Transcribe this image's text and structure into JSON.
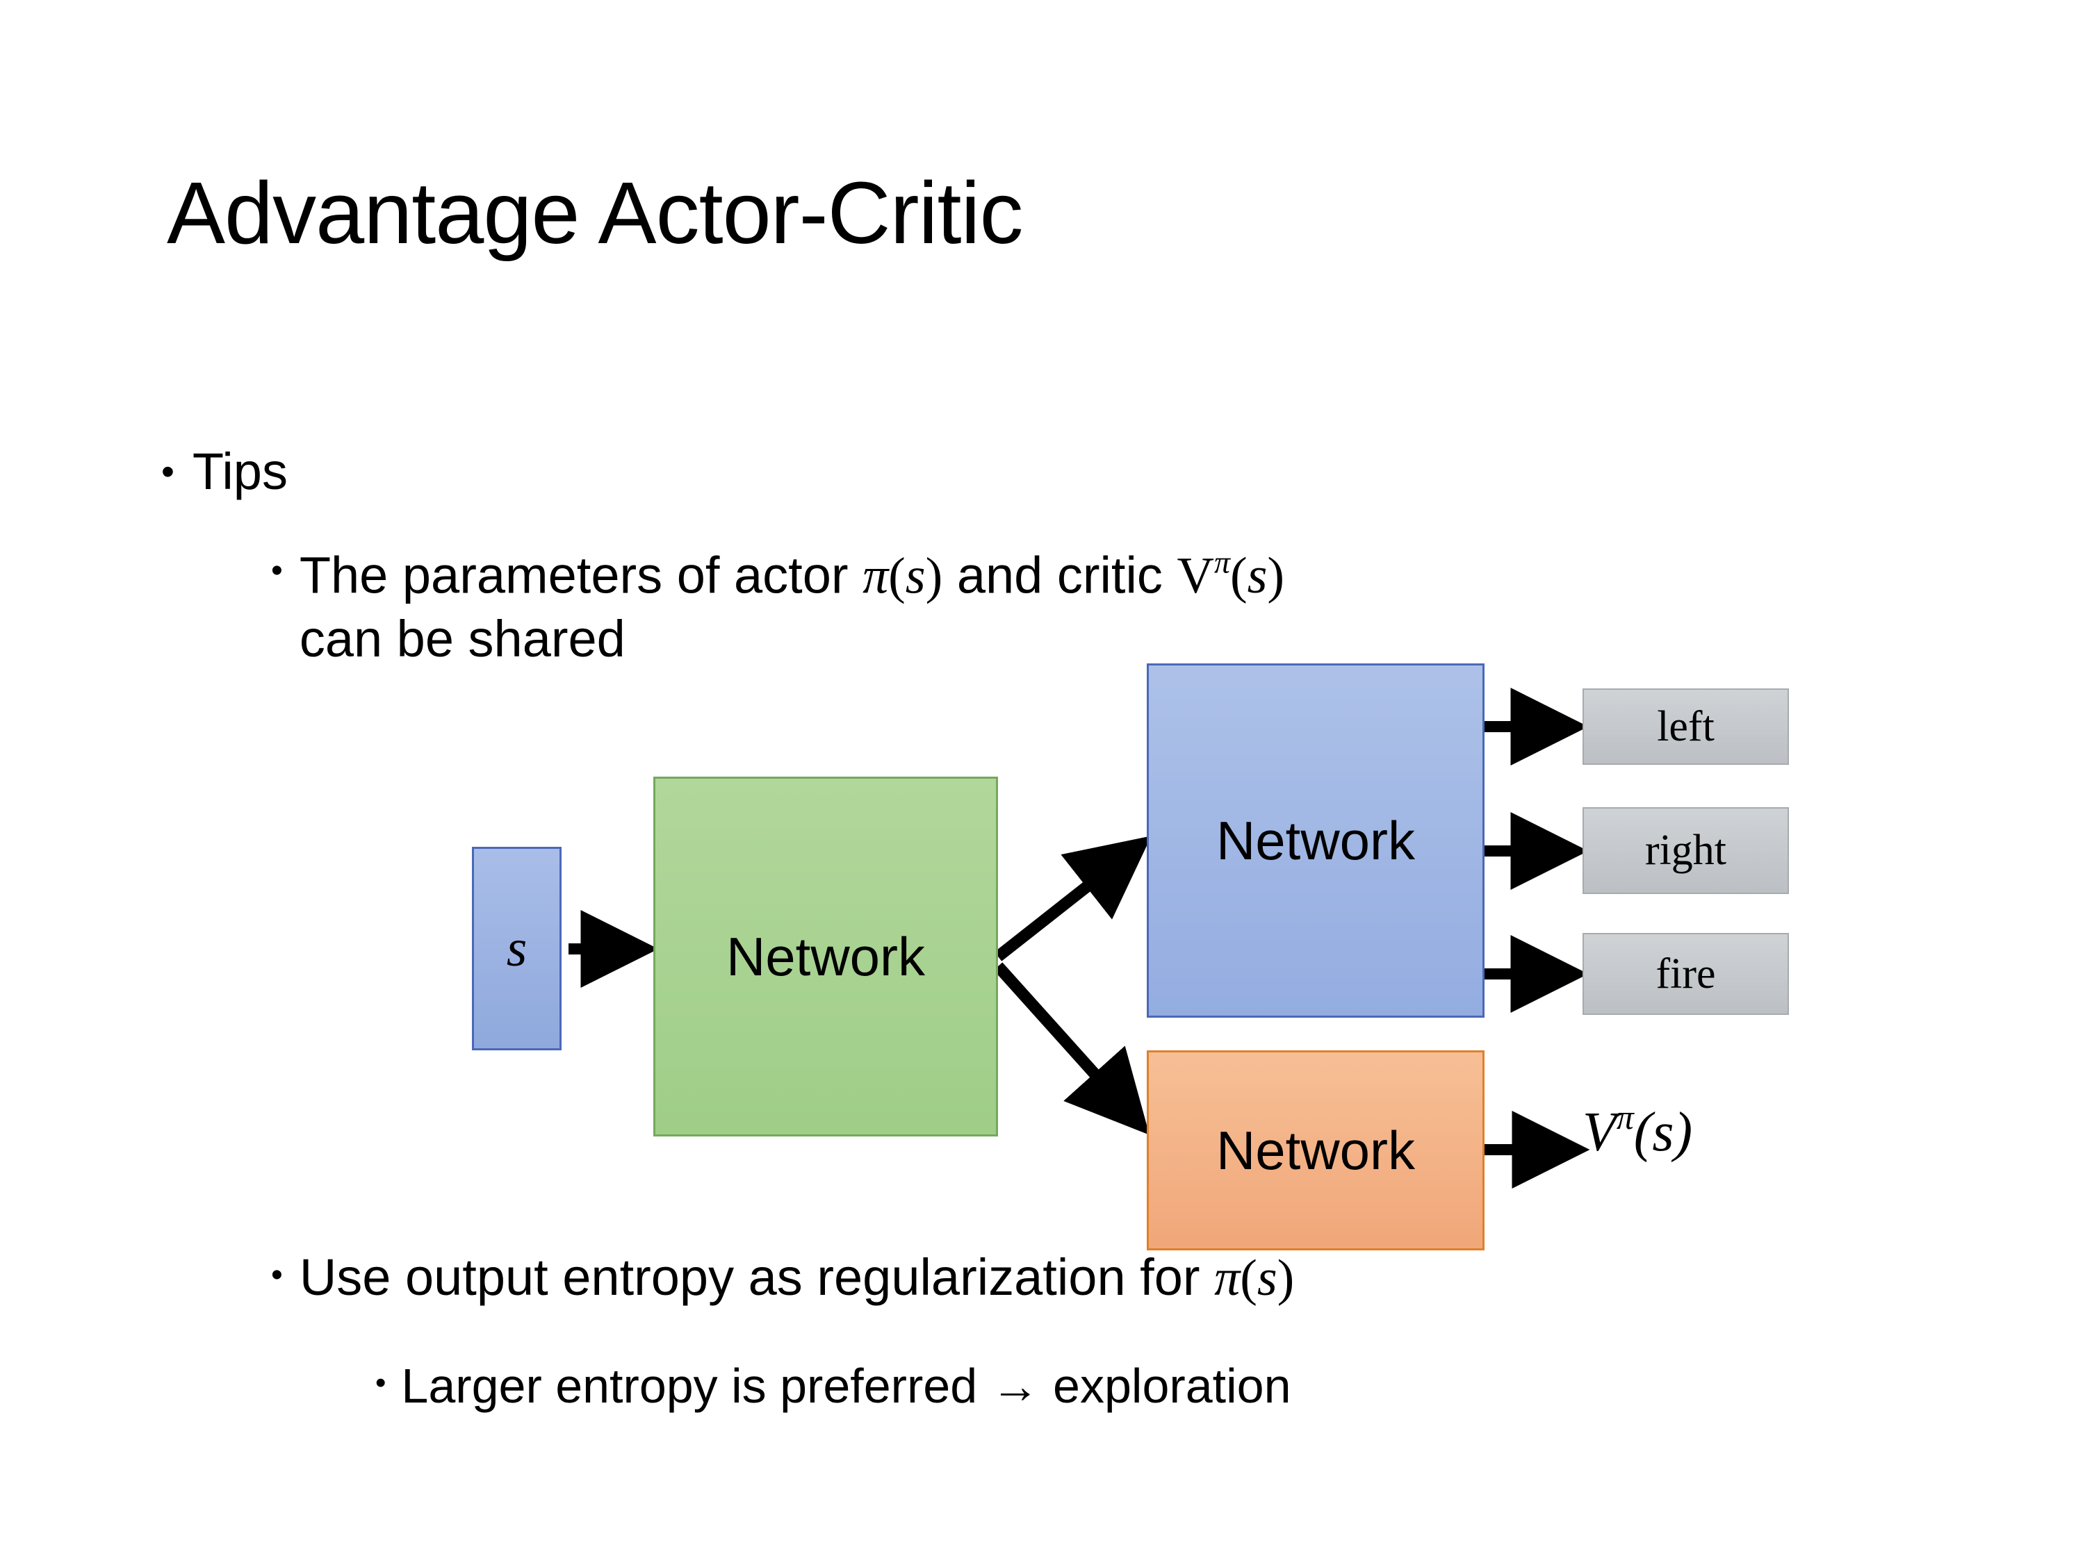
{
  "slide": {
    "title": "Advantage Actor-Critic"
  },
  "bullets": {
    "tips": {
      "marker": "•",
      "label": "Tips"
    },
    "shared_params": {
      "marker": "•",
      "text_part1": "The parameters of actor ",
      "math_actor": "π(s)",
      "text_part2": "  and critic ",
      "math_critic": "V^π(s)",
      "text_part3": "can be shared",
      "full_text": "The parameters of actor π(s)  and critic Vπ(s) can be shared"
    },
    "entropy": {
      "marker": "•",
      "text_part1": "Use output entropy as regularization for ",
      "math": "π(s)",
      "full_text": "Use output entropy as regularization for π(s)"
    },
    "larger_entropy": {
      "marker": "•",
      "full_text": "Larger entropy is preferred → exploration",
      "arrow": "→"
    }
  },
  "diagram": {
    "state_box": {
      "label": "s",
      "fill": "#9fb8e3",
      "border": "#4b68b8"
    },
    "shared_network": {
      "label": "Network",
      "fill": "#a9d18e",
      "border": "#76a85c"
    },
    "actor_network": {
      "label": "Network",
      "fill": "#9db7e4",
      "border": "#4b68b8"
    },
    "critic_network": {
      "label": "Network",
      "fill": "#f4b183",
      "border": "#e0802b"
    },
    "action_outputs": [
      {
        "label": "left",
        "fill": "#c5c9cc"
      },
      {
        "label": "right",
        "fill": "#c5c9cc"
      },
      {
        "label": "fire",
        "fill": "#c5c9cc"
      }
    ],
    "value_output": {
      "base": "V",
      "sup": "π",
      "arg": "(s)"
    },
    "arrow_color": "#000000"
  }
}
